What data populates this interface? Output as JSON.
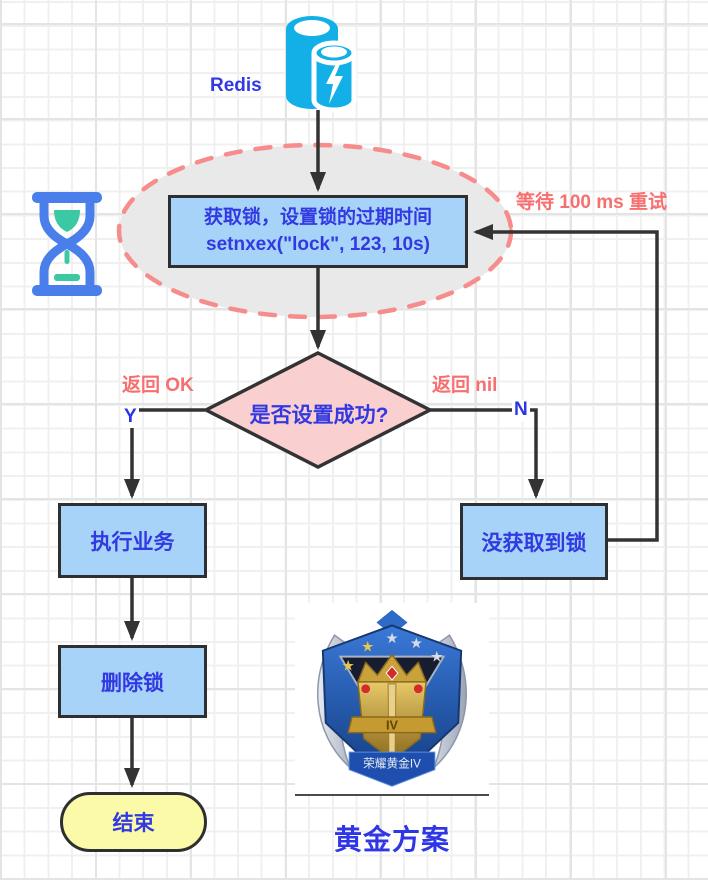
{
  "diagram": {
    "redis": {
      "label": "Redis"
    },
    "acquire_box": {
      "line1": "获取锁，设置锁的过期时间",
      "line2": "setnxex(\"lock\", 123, 10s)"
    },
    "retry_label": "等待 100 ms 重试",
    "decision": {
      "question": "是否设置成功?",
      "yes_branch_label": "返回 OK",
      "yes_short": "Y",
      "no_branch_label": "返回 nil",
      "no_short": "N"
    },
    "execute_box": "执行业务",
    "delete_box": "删除锁",
    "no_lock_box": "没获取到锁",
    "end_node": "结束"
  },
  "badge": {
    "ribbon_text": "荣耀黄金IV",
    "tier_numeral": "IV",
    "caption": "黄金方案"
  },
  "icons": {
    "redis": "redis-database-icon",
    "hourglass": "hourglass-icon"
  },
  "colors": {
    "node_fill": "#a6d3f7",
    "node_text_blue": "#3239e2",
    "edge_label_red": "#f76f6f",
    "diamond_fill": "#f9cfcf",
    "ellipse_fill": "#e9e9e9",
    "ellipse_dash": "#f68c8c",
    "end_fill": "#fafaa8",
    "connector": "#333333",
    "redis_cyan": "#13b0e8",
    "hourglass_blue": "#4a7feb",
    "hourglass_sand": "#3bc9a4"
  }
}
